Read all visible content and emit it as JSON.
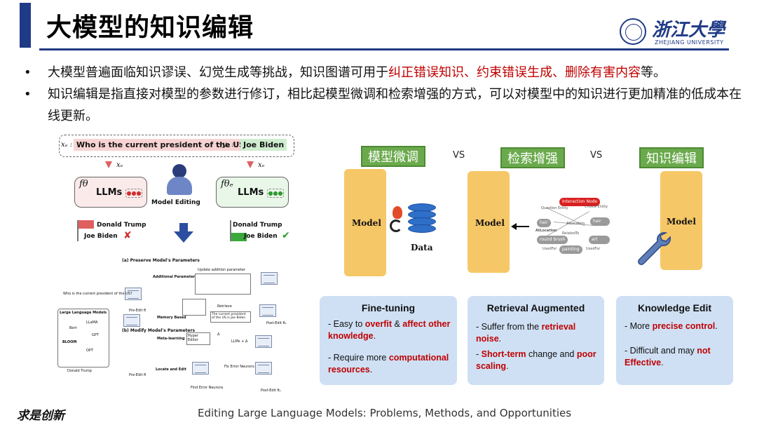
{
  "header": {
    "title": "大模型的知识编辑",
    "logo_name": "浙江大學",
    "logo_en": "ZHEJIANG UNIVERSITY"
  },
  "bullets": [
    {
      "marker": "•",
      "before": "大模型普遍面临知识谬误、幻觉生成等挑战，知识图谱可用于",
      "highlight": "纠正错误知识、约束错误生成、删除有害内容",
      "after": "等。"
    },
    {
      "marker": "•",
      "text": "知识编辑是指直接对模型的参数进行修订，相比起模型微调和检索增强的方式，可以对模型中的知识进行更加精准的低成本在线更新。"
    }
  ],
  "figure": {
    "xe_label": "xₑ :",
    "question": "Who is the current president of the US?",
    "ye_label": "; yₑ :",
    "answer": "Joe Biden",
    "input_var": "xₑ",
    "f_theta": "fθ",
    "f_theta_e": "fθₑ",
    "llm_label": "LLMs",
    "model_editing": "Model Editing",
    "left_answers": [
      "Donald Trump",
      "Joe Biden"
    ],
    "right_answers": [
      "Donald Trump",
      "Joe Biden"
    ],
    "preserve_title": "(a) Preserve Model's Parameters",
    "additional_params": "Additional Parameters",
    "update_params": "Update addition parameter",
    "memory_based": "Memory Based",
    "retrieve": "Retrieve",
    "memory_text": "The current president of the US is Joe Biden",
    "pre_edit": "Pre-Edit θ",
    "post_edit": "Post-Edit θₑ",
    "modify_title": "(b) Modify Model's Parameters",
    "meta_learning": "Meta-learning",
    "hyper_editor": "Hyper Editor",
    "llms_delta": "LLMs + Δ",
    "delta": "Δ",
    "locate_edit": "Locate and Edit",
    "fix_neurons": "Fix Error Neurons",
    "find_neurons": "Find Error Neurons",
    "who_question": "Who is the current president of the US?",
    "llm_panel_title": "Large Language Models",
    "llm_list": [
      "LLaMA",
      "Bert",
      "GPT",
      "BLOOM",
      "OPT"
    ],
    "panel_answer": "Donald Trump"
  },
  "methods": [
    {
      "tag": "模型微调",
      "model_label": "Model",
      "data_label": "Data",
      "card_title": "Fine-tuning",
      "items": [
        {
          "parts": [
            {
              "t": "- Easy to "
            },
            {
              "t": "overfit",
              "r": true
            },
            {
              "t": " & "
            },
            {
              "t": "affect other knowledge",
              "r": true
            },
            {
              "t": "."
            }
          ]
        },
        {
          "parts": [
            {
              "t": "- Require more "
            },
            {
              "t": "computational resources",
              "r": true
            },
            {
              "t": "."
            }
          ]
        }
      ]
    },
    {
      "tag": "检索增强",
      "model_label": "Model",
      "card_title": "Retrieval Augmented",
      "items": [
        {
          "parts": [
            {
              "t": "- Suffer from the "
            },
            {
              "t": "retrieval noise",
              "r": true
            },
            {
              "t": "."
            }
          ]
        },
        {
          "parts": [
            {
              "t": "- "
            },
            {
              "t": "Short-term",
              "r": true
            },
            {
              "t": " change and "
            },
            {
              "t": "poor scaling",
              "r": true
            },
            {
              "t": "."
            }
          ]
        }
      ]
    },
    {
      "tag": "知识编辑",
      "model_label": "Model",
      "card_title": "Knowledge Edit",
      "items": [
        {
          "parts": [
            {
              "t": "- More "
            },
            {
              "t": "precise control",
              "r": true
            },
            {
              "t": "."
            }
          ]
        },
        {
          "parts": [
            {
              "t": "- Difficult and may "
            },
            {
              "t": "not Effective",
              "r": true
            },
            {
              "t": "."
            }
          ]
        }
      ]
    }
  ],
  "vs_label": "VS",
  "kg": {
    "nodes": [
      "Interaction Node",
      "hair",
      "hair brush",
      "round brush",
      "painting",
      "art supply"
    ],
    "labels": [
      "Question Entity",
      "Choice Entity",
      "AtLocation",
      "AtLocation",
      "RelatedTo",
      "UsedFor",
      "UsedFor"
    ]
  },
  "footer": {
    "signature": "求是创新",
    "reference": "Editing Large Language Models: Problems, Methods, and Opportunities"
  },
  "colors": {
    "brand_blue": "#1f3a86",
    "accent_red": "#c00000",
    "tag_green": "#6aaa4c",
    "model_yellow": "#f6c767",
    "card_blue": "#cfe0f4"
  }
}
